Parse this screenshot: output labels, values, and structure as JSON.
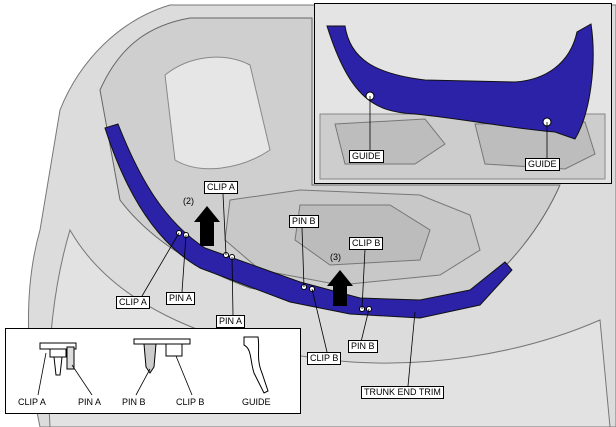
{
  "labels": {
    "clip_a": "CLIP A",
    "pin_a": "PIN A",
    "pin_b": "PIN B",
    "clip_b": "CLIP B",
    "guide": "GUIDE",
    "trunk_end_trim": "TRUNK END TRIM",
    "step_2": "(2)",
    "step_3": "(3)"
  },
  "colors": {
    "trim_blue": "#2b22a8",
    "body_gray": "#d8d8d8",
    "dark_gray": "#8a8a8a",
    "outline": "#000000"
  }
}
